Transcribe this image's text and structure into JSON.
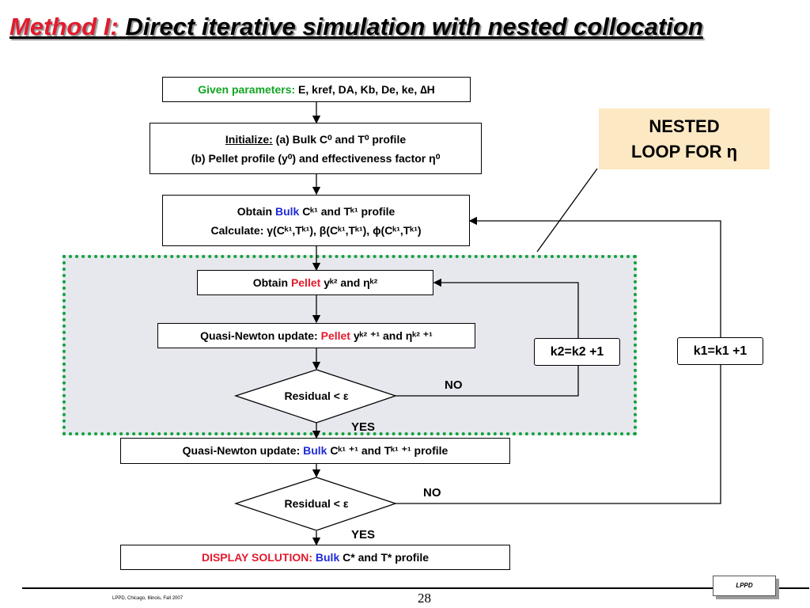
{
  "title": {
    "prefix": "Method I:",
    "main": "Direct iterative simulation with nested collocation"
  },
  "nested_label": {
    "line1": "NESTED",
    "line2": "LOOP FOR η"
  },
  "given": {
    "label": "Given parameters:",
    "values": "E, kref, DA, Kb, De, ke, ∆H"
  },
  "init": {
    "heading": "Initialize:",
    "line1": "(a) Bulk C⁰ and T⁰ profile",
    "line2": "(b)  Pellet profile (y⁰) and effectiveness factor η⁰"
  },
  "obtain_bulk": {
    "prefix": "Obtain",
    "bulk": "Bulk",
    "rest": "Cᵏ¹ and Tᵏ¹ profile",
    "line2": "Calculate: γ(Cᵏ¹,Tᵏ¹), β(Cᵏ¹,Tᵏ¹), ϕ(Cᵏ¹,Tᵏ¹)"
  },
  "obtain_pellet": {
    "prefix": "Obtain",
    "pellet": "Pellet",
    "rest": "yᵏ² and ηᵏ²"
  },
  "qn_pellet": {
    "prefix": "Quasi-Newton update:",
    "pellet": "Pellet",
    "rest": "yᵏ² ⁺¹ and ηᵏ² ⁺¹"
  },
  "residual1": "Residual < ε",
  "k2": "k2=k2 +1",
  "k1": "k1=k1 +1",
  "no1": "NO",
  "yes1": "YES",
  "qn_bulk": {
    "prefix": "Quasi-Newton update:",
    "bulk": "Bulk",
    "rest": "Cᵏ¹ ⁺¹ and Tᵏ¹ ⁺¹ profile"
  },
  "residual2": "Residual < ε",
  "no2": "NO",
  "yes2": "YES",
  "display": {
    "prefix": "DISPLAY SOLUTION:",
    "bulk": "Bulk",
    "rest": "C* and T* profile"
  },
  "footer": {
    "left": "LPPD, Chicago, Illinois, Fall 2007",
    "page": "28",
    "logo": "LPPD"
  }
}
